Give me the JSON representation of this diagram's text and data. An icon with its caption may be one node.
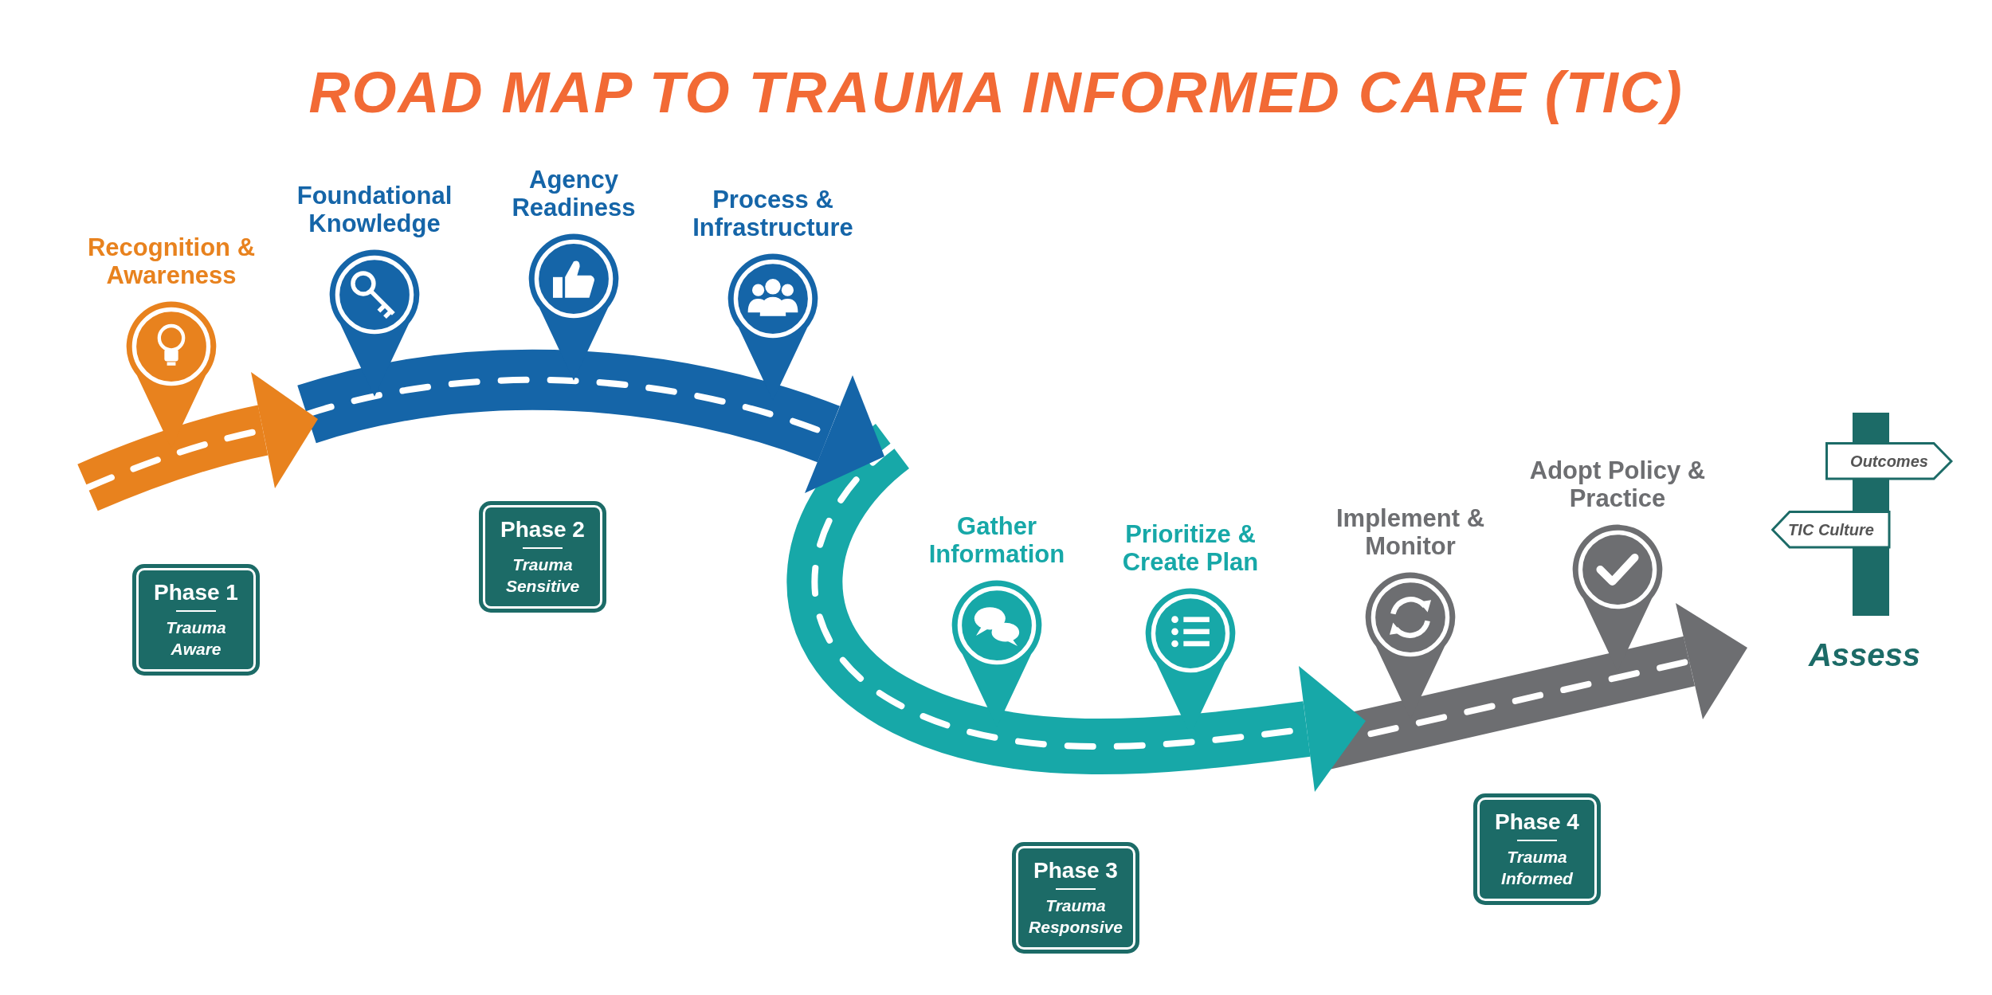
{
  "diagram": {
    "title": "ROAD MAP TO TRAUMA INFORMED CARE (TIC)",
    "nodes": [
      {
        "text": [
          "Recognition & Awareness"
        ]
      },
      {
        "text": [
          "Foundational Knowledge"
        ]
      },
      {
        "text": [
          "Agency Readiness"
        ]
      },
      {
        "text": [
          "Process & Infrastructure"
        ]
      },
      {
        "text": [
          "Phase 1",
          "Trauma Aware"
        ]
      },
      {
        "text": [
          "Phase 2",
          "Trauma Sensitive"
        ]
      },
      {
        "text": [
          "Gather Information"
        ]
      },
      {
        "text": [
          "Prioritize & Create Plan"
        ]
      },
      {
        "text": [
          "Implement & Monitor"
        ]
      },
      {
        "text": [
          "Adopt Policy & Practice"
        ]
      },
      {
        "text": [
          "Phase 3",
          "Trauma Responsive"
        ]
      },
      {
        "text": [
          "Phase 4",
          "Trauma Informed"
        ]
      },
      {
        "text": [
          "Outcomes"
        ]
      },
      {
        "text": [
          "TIC Culture"
        ]
      }
    ],
    "labels": [
      "Assess"
    ]
  }
}
